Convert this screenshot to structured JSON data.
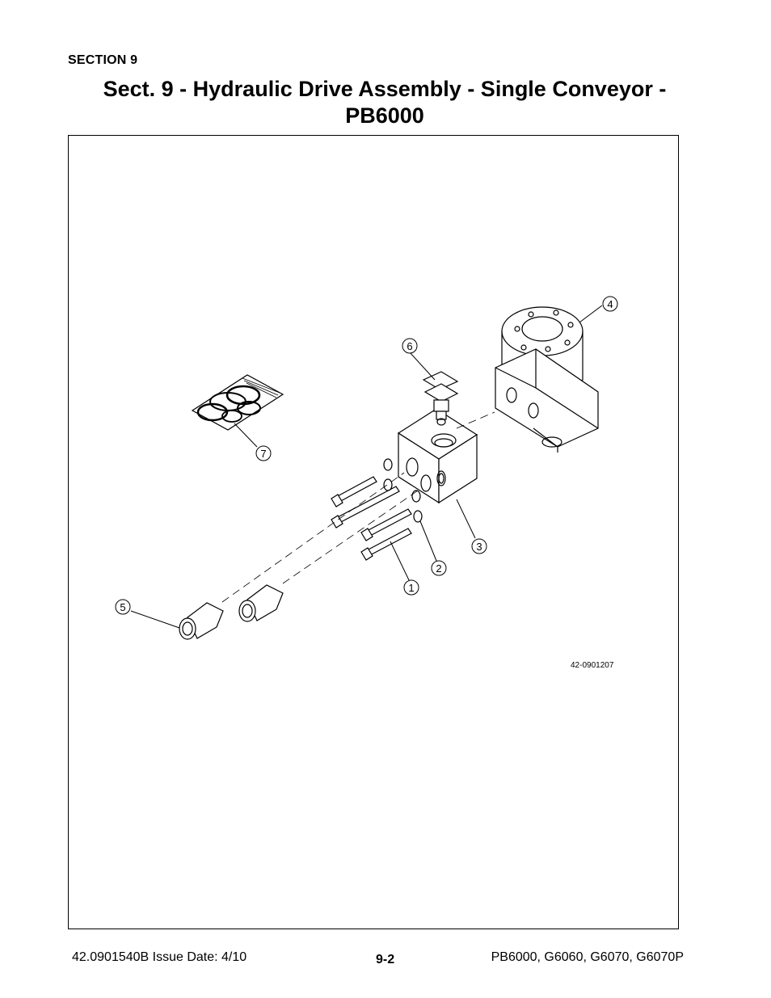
{
  "header": {
    "section_label": "SECTION 9",
    "title_line1": "Sect. 9 - Hydraulic Drive Assembly - Single Conveyor -",
    "title_line2": "PB6000"
  },
  "diagram": {
    "drawing_number": "42-0901207",
    "callouts": [
      "1",
      "2",
      "3",
      "4",
      "5",
      "6",
      "7"
    ]
  },
  "footer": {
    "left": "42.0901540B  Issue Date: 4/10",
    "center": "9-2",
    "right": "PB6000, G6060, G6070, G6070P"
  }
}
